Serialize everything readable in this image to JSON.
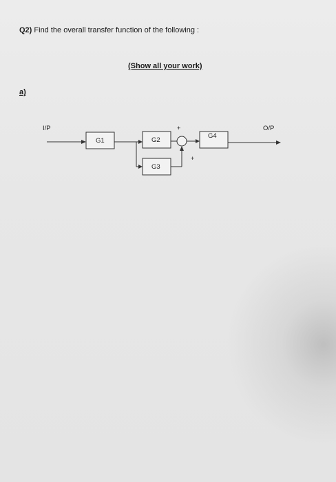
{
  "question": {
    "number": "Q2)",
    "text": "Find the overall transfer function of the following :"
  },
  "instruction": "(Show all your work)",
  "part_label": "a)",
  "diagram": {
    "input_label": "I/P",
    "output_label": "O/P",
    "blocks": {
      "g1": "G1",
      "g2": "G2",
      "g3": "G3",
      "g4": "G4"
    },
    "summing_junction": {
      "top_sign": "+",
      "bottom_sign": "+"
    }
  }
}
